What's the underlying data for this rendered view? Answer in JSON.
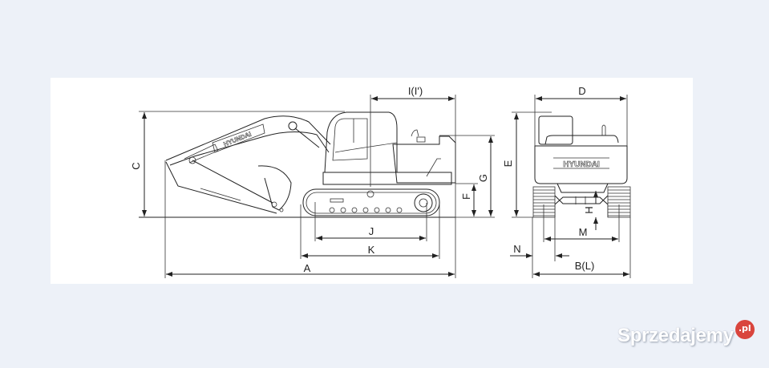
{
  "diagram": {
    "brand_on_boom": "HYUNDAI",
    "brand_on_counterweight": "HYUNDAI",
    "dimension_labels": {
      "A": "A",
      "B": "B(L)",
      "C": "C",
      "D": "D",
      "E": "E",
      "F": "F",
      "G": "G",
      "H": "H",
      "I": "I(I')",
      "J": "J",
      "K": "K",
      "M": "M",
      "N": "N"
    }
  },
  "watermark": {
    "text": "Sprzedajemy",
    "badge": ".pl",
    "badge_color": "#d9453d"
  }
}
